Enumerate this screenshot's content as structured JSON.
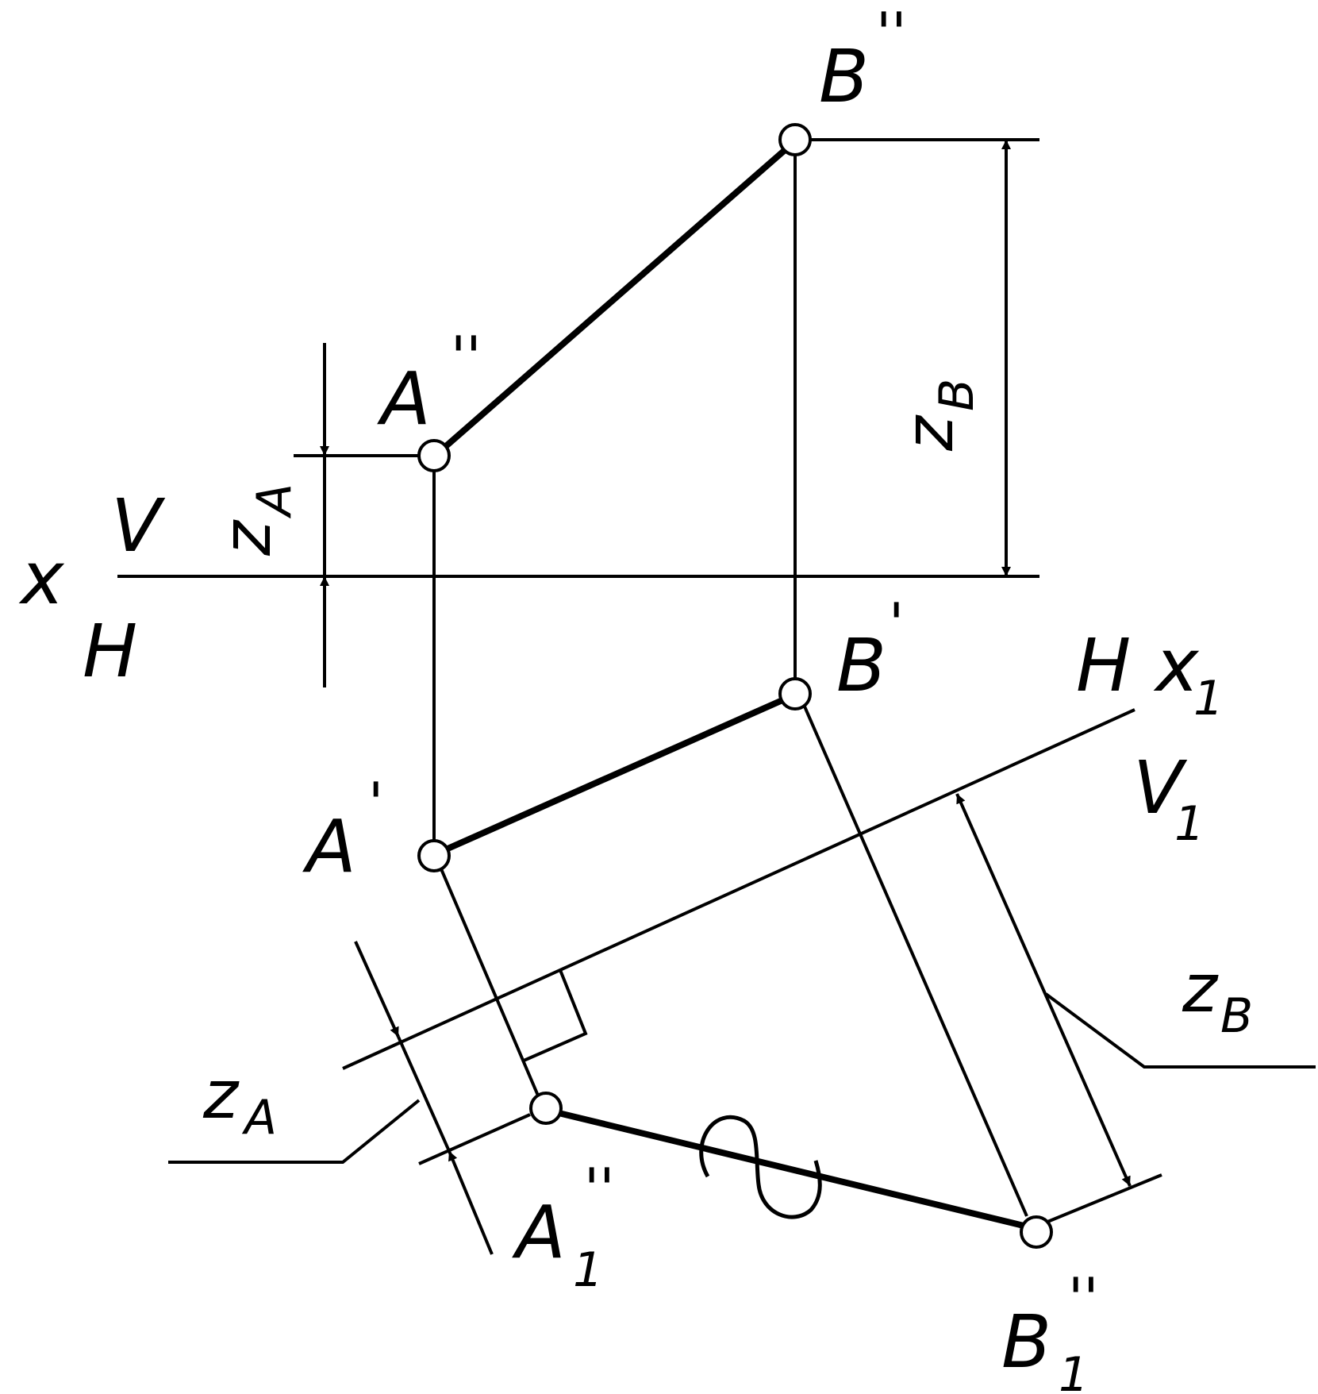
{
  "labels": {
    "x": "x",
    "V": "V",
    "H": "H",
    "A_v": "A",
    "A_v_marks": "''",
    "B_v": "B",
    "B_v_marks": "''",
    "A_h": "A",
    "A_h_marks": "'",
    "B_h": "B",
    "B_h_marks": "'",
    "H1": "H",
    "x1": "x",
    "x1_sub": "1",
    "V1": "V",
    "V1_sub": "1",
    "zA_left": "z",
    "zA_left_sub": "A",
    "zB_right": "z",
    "zB_right_sub": "B",
    "zA_low": "z",
    "zA_low_sub": "A",
    "zB_low": "z",
    "zB_low_sub": "B",
    "A1": "A",
    "A1_marks": "''",
    "A1_sub": "1",
    "B1": "B",
    "B1_marks": "''",
    "B1_sub": "1"
  },
  "colors": {
    "ink": "#000000",
    "paper": "#ffffff"
  }
}
